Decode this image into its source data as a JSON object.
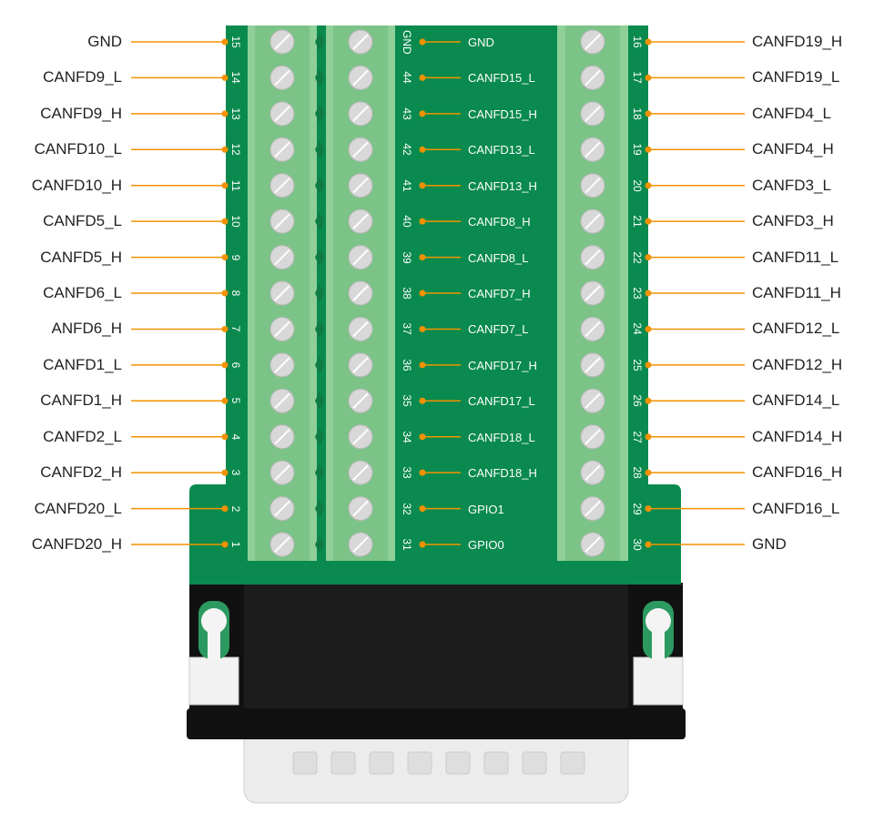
{
  "colors": {
    "board_green": "#0a8a4e",
    "terminal_green": "#8fcf98",
    "wire_orange": "#f39200",
    "connector_black": "#111111",
    "screw_grey": "#d8d8d8"
  },
  "left_pins": [
    {
      "num": "15",
      "label": "GND"
    },
    {
      "num": "14",
      "label": "CANFD9_L"
    },
    {
      "num": "13",
      "label": "CANFD9_H"
    },
    {
      "num": "12",
      "label": "CANFD10_L"
    },
    {
      "num": "11",
      "label": "CANFD10_H"
    },
    {
      "num": "10",
      "label": "CANFD5_L"
    },
    {
      "num": "9",
      "label": "CANFD5_H"
    },
    {
      "num": "8",
      "label": "CANFD6_L"
    },
    {
      "num": "7",
      "label": "ANFD6_H"
    },
    {
      "num": "6",
      "label": "CANFD1_L"
    },
    {
      "num": "5",
      "label": "CANFD1_H"
    },
    {
      "num": "4",
      "label": "CANFD2_L"
    },
    {
      "num": "3",
      "label": "CANFD2_H"
    },
    {
      "num": "2",
      "label": "CANFD20_L"
    },
    {
      "num": "1",
      "label": "CANFD20_H"
    }
  ],
  "middle_pins": [
    {
      "num": "GND",
      "label": "GND"
    },
    {
      "num": "44",
      "label": "CANFD15_L"
    },
    {
      "num": "43",
      "label": "CANFD15_H"
    },
    {
      "num": "42",
      "label": "CANFD13_L"
    },
    {
      "num": "41",
      "label": "CANFD13_H"
    },
    {
      "num": "40",
      "label": "CANFD8_H"
    },
    {
      "num": "39",
      "label": "CANFD8_L"
    },
    {
      "num": "38",
      "label": "CANFD7_H"
    },
    {
      "num": "37",
      "label": "CANFD7_L"
    },
    {
      "num": "36",
      "label": "CANFD17_H"
    },
    {
      "num": "35",
      "label": "CANFD17_L"
    },
    {
      "num": "34",
      "label": "CANFD18_L"
    },
    {
      "num": "33",
      "label": "CANFD18_H"
    },
    {
      "num": "32",
      "label": "GPIO1"
    },
    {
      "num": "31",
      "label": "GPIO0"
    }
  ],
  "right_pins": [
    {
      "num": "16",
      "label": "CANFD19_H"
    },
    {
      "num": "17",
      "label": "CANFD19_L"
    },
    {
      "num": "18",
      "label": "CANFD4_L"
    },
    {
      "num": "19",
      "label": "CANFD4_H"
    },
    {
      "num": "20",
      "label": "CANFD3_L"
    },
    {
      "num": "21",
      "label": "CANFD3_H"
    },
    {
      "num": "22",
      "label": "CANFD11_L"
    },
    {
      "num": "23",
      "label": "CANFD11_H"
    },
    {
      "num": "24",
      "label": "CANFD12_L"
    },
    {
      "num": "25",
      "label": "CANFD12_H"
    },
    {
      "num": "26",
      "label": "CANFD14_L"
    },
    {
      "num": "27",
      "label": "CANFD14_H"
    },
    {
      "num": "28",
      "label": "CANFD16_H"
    },
    {
      "num": "29",
      "label": "CANFD16_L"
    },
    {
      "num": "30",
      "label": "GND"
    }
  ]
}
